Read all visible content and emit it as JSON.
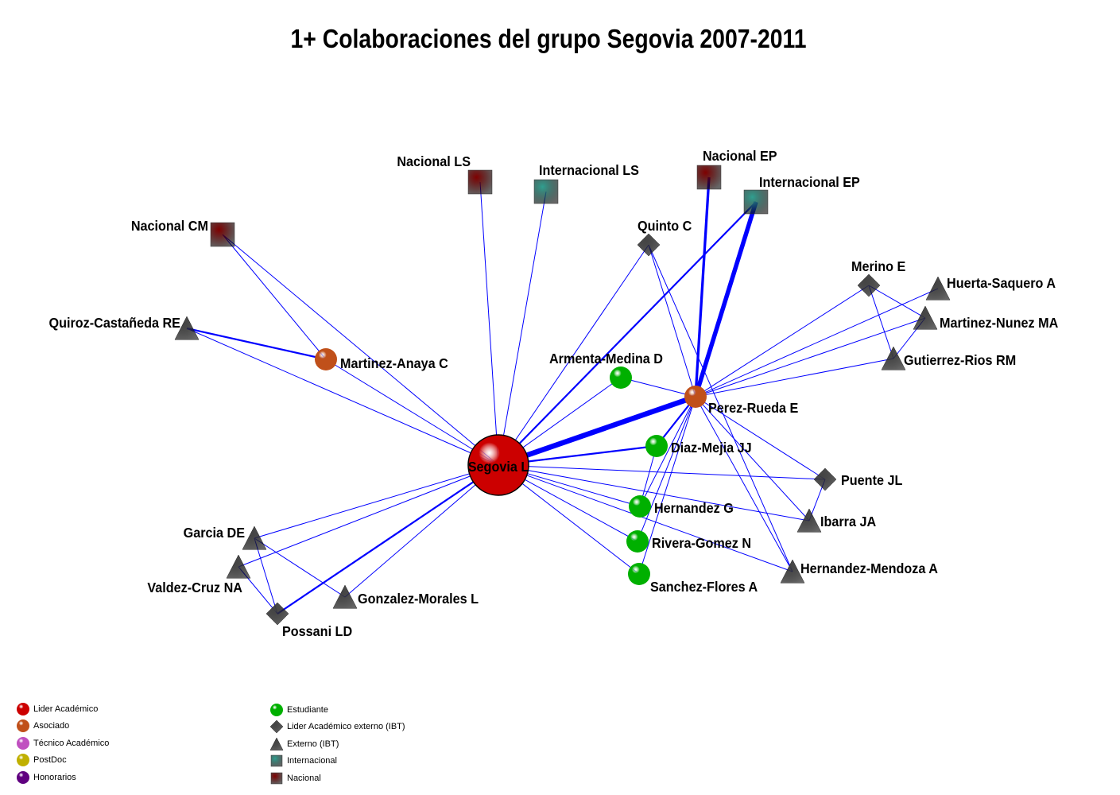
{
  "title": "1+ Colaboraciones del grupo Segovia 2007-2011",
  "colors": {
    "edge": "#0000ff",
    "lider": "#cc0000",
    "asociado": "#c0501a",
    "tecnico": "#c050c0",
    "postdoc": "#c0b000",
    "honorarios": "#600080",
    "estudiante": "#00b000",
    "externo": "#444444",
    "internacional": "#30a090",
    "nacional": "#800000",
    "leader_label": "#ffff00"
  },
  "nodes": [
    {
      "id": "segovia",
      "label": "Segovia L",
      "type": "lider"
    },
    {
      "id": "perez",
      "label": "Perez-Rueda E",
      "type": "asociado"
    },
    {
      "id": "manaya",
      "label": "Martinez-Anaya C",
      "type": "asociado"
    },
    {
      "id": "armenta",
      "label": "Armenta-Medina D",
      "type": "estudiante"
    },
    {
      "id": "diaz",
      "label": "Diaz-Mejia JJ",
      "type": "estudiante"
    },
    {
      "id": "hernandezg",
      "label": "Hernandez G",
      "type": "estudiante"
    },
    {
      "id": "rivera",
      "label": "Rivera-Gomez N",
      "type": "estudiante"
    },
    {
      "id": "sanchez",
      "label": "Sanchez-Flores A",
      "type": "estudiante"
    },
    {
      "id": "quinto",
      "label": "Quinto C",
      "type": "lider_externo"
    },
    {
      "id": "merino",
      "label": "Merino E",
      "type": "lider_externo"
    },
    {
      "id": "puente",
      "label": "Puente JL",
      "type": "lider_externo"
    },
    {
      "id": "possani",
      "label": "Possani LD",
      "type": "lider_externo"
    },
    {
      "id": "huerta",
      "label": "Huerta-Saquero A",
      "type": "externo"
    },
    {
      "id": "mnunez",
      "label": "Martinez-Nunez MA",
      "type": "externo"
    },
    {
      "id": "gutierrez",
      "label": "Gutierrez-Rios RM",
      "type": "externo"
    },
    {
      "id": "ibarra",
      "label": "Ibarra JA",
      "type": "externo"
    },
    {
      "id": "hmendoza",
      "label": "Hernandez-Mendoza A",
      "type": "externo"
    },
    {
      "id": "garcia",
      "label": "Garcia DE",
      "type": "externo"
    },
    {
      "id": "valdez",
      "label": "Valdez-Cruz NA",
      "type": "externo"
    },
    {
      "id": "gonzalez",
      "label": "Gonzalez-Morales L",
      "type": "externo"
    },
    {
      "id": "quiroz",
      "label": "Quiroz-Castañeda RE",
      "type": "externo"
    },
    {
      "id": "ncm",
      "label": "Nacional CM",
      "type": "nacional"
    },
    {
      "id": "nls",
      "label": "Nacional LS",
      "type": "nacional"
    },
    {
      "id": "ils",
      "label": "Internacional LS",
      "type": "internacional"
    },
    {
      "id": "nep",
      "label": "Nacional EP",
      "type": "nacional"
    },
    {
      "id": "iep",
      "label": "Internacional EP",
      "type": "internacional"
    }
  ],
  "edges": [
    [
      "segovia",
      "ncm",
      1
    ],
    [
      "segovia",
      "nls",
      1
    ],
    [
      "segovia",
      "ils",
      1
    ],
    [
      "segovia",
      "quinto",
      1
    ],
    [
      "segovia",
      "iep",
      2
    ],
    [
      "segovia",
      "armenta",
      1
    ],
    [
      "segovia",
      "perez",
      6
    ],
    [
      "segovia",
      "diaz",
      2
    ],
    [
      "segovia",
      "puente",
      1
    ],
    [
      "segovia",
      "ibarra",
      1
    ],
    [
      "segovia",
      "hernandezg",
      1
    ],
    [
      "segovia",
      "rivera",
      1
    ],
    [
      "segovia",
      "sanchez",
      1
    ],
    [
      "segovia",
      "hmendoza",
      1
    ],
    [
      "segovia",
      "quiroz",
      1
    ],
    [
      "segovia",
      "manaya",
      1
    ],
    [
      "segovia",
      "garcia",
      1
    ],
    [
      "segovia",
      "valdez",
      1
    ],
    [
      "segovia",
      "possani",
      2
    ],
    [
      "segovia",
      "gonzalez",
      1
    ],
    [
      "perez",
      "nep",
      3
    ],
    [
      "perez",
      "iep",
      5
    ],
    [
      "perez",
      "quinto",
      1
    ],
    [
      "perez",
      "merino",
      1
    ],
    [
      "perez",
      "huerta",
      1
    ],
    [
      "perez",
      "mnunez",
      1
    ],
    [
      "perez",
      "gutierrez",
      1
    ],
    [
      "perez",
      "puente",
      1
    ],
    [
      "perez",
      "ibarra",
      1
    ],
    [
      "perez",
      "hmendoza",
      1
    ],
    [
      "perez",
      "armenta",
      1
    ],
    [
      "perez",
      "diaz",
      2
    ],
    [
      "perez",
      "hernandezg",
      1
    ],
    [
      "perez",
      "rivera",
      1
    ],
    [
      "perez",
      "sanchez",
      1
    ],
    [
      "quinto",
      "hmendoza",
      1
    ],
    [
      "merino",
      "gutierrez",
      1
    ],
    [
      "merino",
      "mnunez",
      1
    ],
    [
      "mnunez",
      "gutierrez",
      1
    ],
    [
      "puente",
      "ibarra",
      1
    ],
    [
      "manaya",
      "ncm",
      1
    ],
    [
      "manaya",
      "quiroz",
      2
    ],
    [
      "garcia",
      "possani",
      1
    ],
    [
      "garcia",
      "gonzalez",
      1
    ],
    [
      "valdez",
      "possani",
      1
    ],
    [
      "diaz",
      "hernandezg",
      1
    ]
  ],
  "legend_left": [
    {
      "label": "Lider Académico",
      "type": "lider"
    },
    {
      "label": "Asociado",
      "type": "asociado"
    },
    {
      "label": "Técnico Académico",
      "type": "tecnico"
    },
    {
      "label": "PostDoc",
      "type": "postdoc"
    },
    {
      "label": "Honorarios",
      "type": "honorarios"
    }
  ],
  "legend_right": [
    {
      "label": "Estudiante",
      "type": "estudiante"
    },
    {
      "label": "Lider Académico externo (IBT)",
      "type": "lider_externo"
    },
    {
      "label": "Externo (IBT)",
      "type": "externo"
    },
    {
      "label": "Internacional",
      "type": "internacional"
    },
    {
      "label": "Nacional",
      "type": "nacional"
    }
  ]
}
